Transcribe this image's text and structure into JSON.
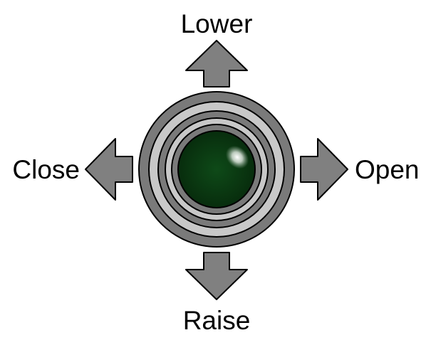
{
  "labels": {
    "up": "Lower",
    "down": "Raise",
    "left": "Close",
    "right": "Open"
  },
  "colors": {
    "arrow": "#808080",
    "ring_dark": "#7a7a7a",
    "ring_light": "#c8c8c8",
    "knob": "#0a3d12",
    "outline": "#000000",
    "background": "#ffffff"
  },
  "icons": {
    "up": "arrow-up-icon",
    "down": "arrow-down-icon",
    "left": "arrow-left-icon",
    "right": "arrow-right-icon",
    "center": "joystick-knob-icon"
  }
}
